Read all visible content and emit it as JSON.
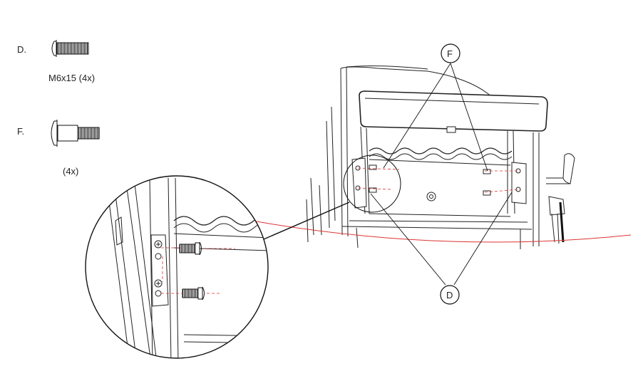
{
  "parts": [
    {
      "letter": "D.",
      "spec": "M6x15 (4x)",
      "icon": "flange-bolt-icon"
    },
    {
      "letter": "F.",
      "spec": "(4x)",
      "icon": "shoulder-bolt-icon"
    }
  ],
  "callouts": {
    "top": "F",
    "bottom": "D"
  }
}
